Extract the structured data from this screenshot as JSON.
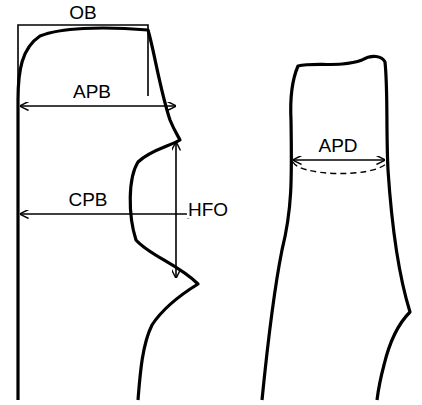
{
  "diagram": {
    "labels": [
      "OB",
      "APB",
      "HFO",
      "CPB",
      "APD"
    ]
  }
}
